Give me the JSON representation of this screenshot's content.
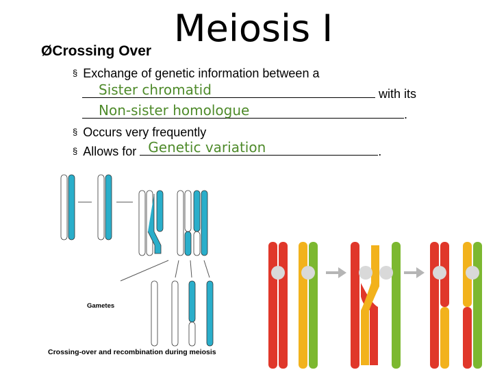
{
  "slide": {
    "title": "Meiosis I",
    "subheading_marker": "Ø",
    "subheading": "Crossing Over",
    "bullet_marker": "§",
    "bullets": {
      "b1_line1": "Exchange of genetic information between a",
      "b1_line2_suffix": "with its",
      "b1_line3_suffix": ".",
      "b2": "Occurs very frequently",
      "b3_prefix": "Allows for",
      "b3_suffix": "."
    },
    "answers": {
      "a1": "Sister chromatid",
      "a2": "Non-sister homologue",
      "a3": "Genetic variation"
    }
  },
  "figure_left": {
    "caption": "Crossing-over and recombination  during meiosis",
    "gametes_label": "Gametes"
  },
  "colors": {
    "answer_green": "#4e8a2a",
    "chromatid_blue": "#2aaeca",
    "chromosome_red": "#e0372a",
    "chromosome_yellow": "#f2b21c",
    "chromosome_green": "#7cb830",
    "arrow_gray": "#b5b5b5"
  }
}
